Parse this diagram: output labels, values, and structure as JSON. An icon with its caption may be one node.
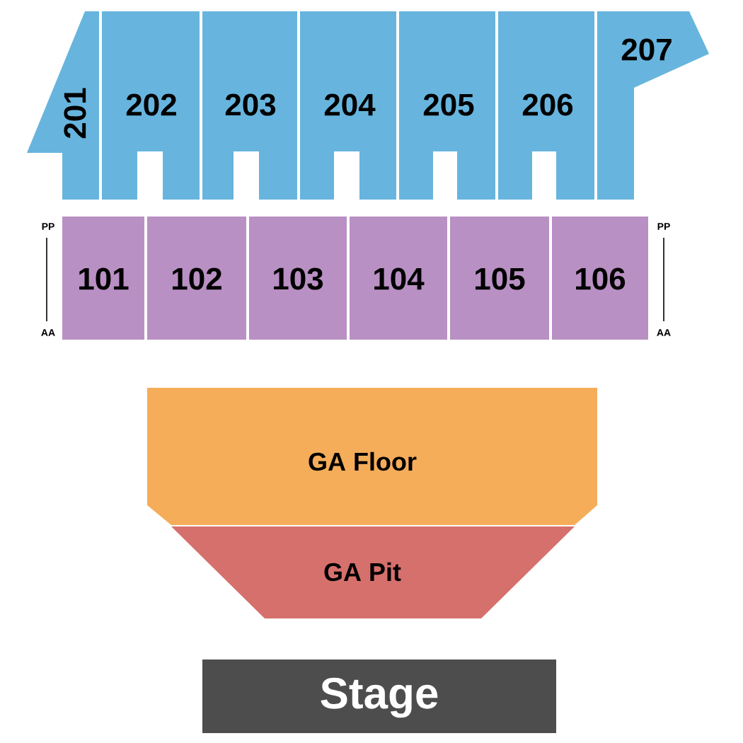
{
  "diagram": {
    "nodes": [
      {
        "text": [
          "201"
        ]
      },
      {
        "text": [
          "202"
        ]
      },
      {
        "text": [
          "203"
        ]
      },
      {
        "text": [
          "204"
        ]
      },
      {
        "text": [
          "205"
        ]
      },
      {
        "text": [
          "206"
        ]
      },
      {
        "text": [
          "207"
        ]
      },
      {
        "text": [
          "101"
        ]
      },
      {
        "text": [
          "102"
        ]
      },
      {
        "text": [
          "103"
        ]
      },
      {
        "text": [
          "104"
        ]
      },
      {
        "text": [
          "105"
        ]
      },
      {
        "text": [
          "106"
        ]
      },
      {
        "text": [
          "GA Floor"
        ]
      },
      {
        "text": [
          "GA Pit"
        ]
      },
      {
        "text": [
          "Stage"
        ]
      }
    ],
    "labels": [
      "PP",
      "PP",
      "AA",
      "AA"
    ]
  }
}
